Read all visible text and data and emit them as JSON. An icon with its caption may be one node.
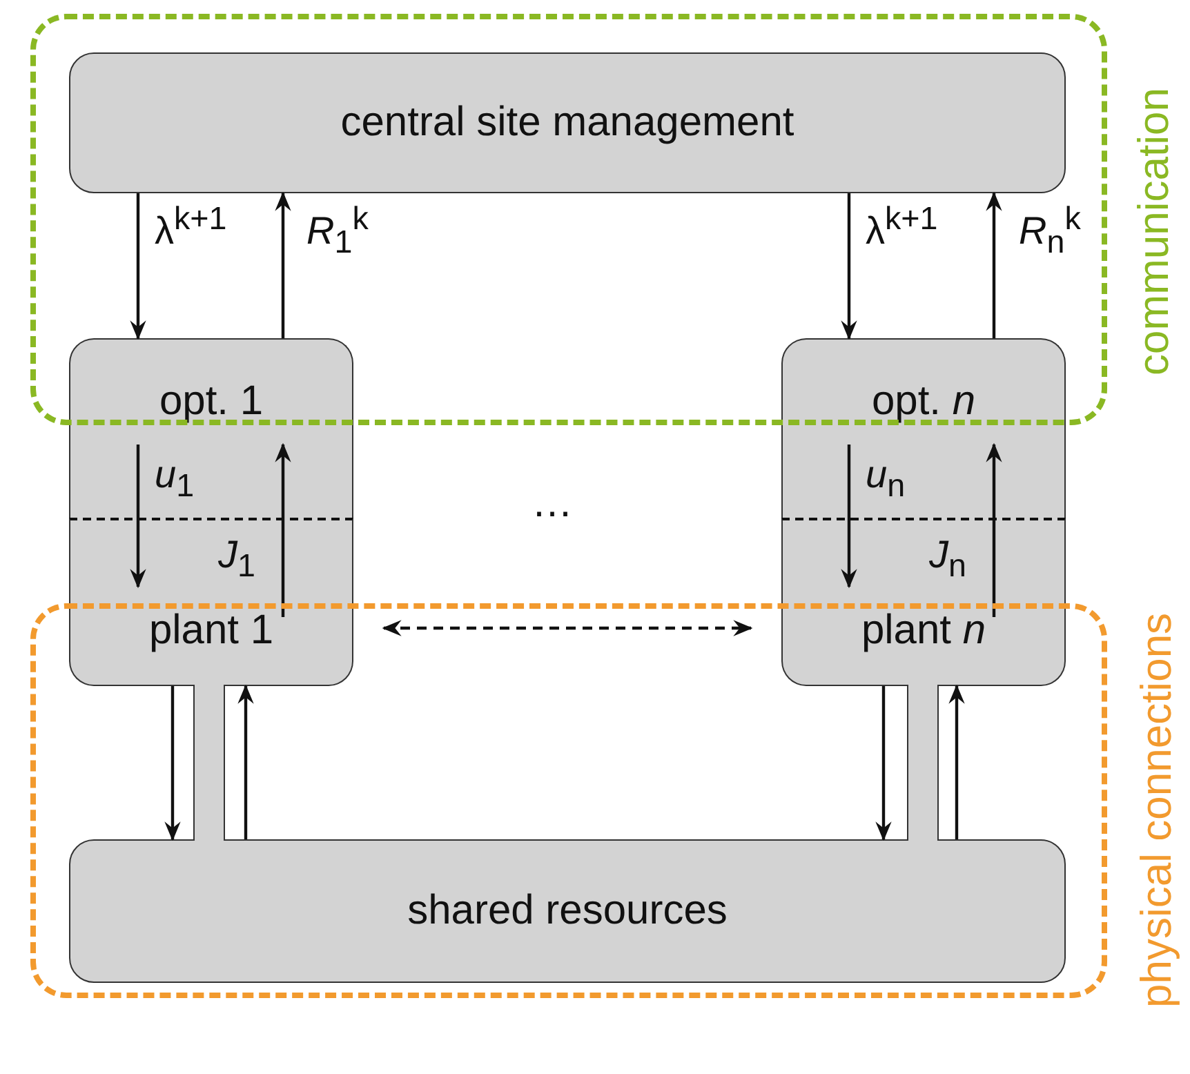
{
  "diagram": {
    "nodes": [
      {
        "text": [
          "central site management"
        ]
      },
      {
        "text": [
          "opt. 1"
        ]
      },
      {
        "text": [
          "plant 1"
        ]
      },
      {
        "text": [
          "opt. *n*"
        ]
      },
      {
        "text": [
          "plant *n*"
        ]
      },
      {
        "text": [],
        "shape": "bar"
      },
      {
        "text": [],
        "shape": "bar"
      },
      {
        "text": [
          "shared resources"
        ]
      }
    ],
    "edges": [
      {
        "from": 0,
        "to": 1,
        "arrow": "to",
        "label": "λ$^{k+1}$"
      },
      {
        "from": 1,
        "to": 0,
        "arrow": "to",
        "label": "*R*$_{1}$$^{k}$"
      },
      {
        "from": 0,
        "to": 3,
        "arrow": "to",
        "label": "λ$^{k+1}$"
      },
      {
        "from": 3,
        "to": 0,
        "arrow": "to",
        "label": "*R*$_{n}$$^{k}$"
      },
      {
        "from": 1,
        "to": 2,
        "arrow": "to",
        "label": "*u*$_{1}$"
      },
      {
        "from": 2,
        "to": 1,
        "arrow": "to",
        "label": "*J*$_{1}$"
      },
      {
        "from": 3,
        "to": 4,
        "arrow": "to",
        "label": "*u*$_{n}$"
      },
      {
        "from": 4,
        "to": 3,
        "arrow": "to",
        "label": "*J*$_{n}$"
      },
      {
        "from": 2,
        "to": 4,
        "arrow": "both",
        "style": "dashed"
      },
      {
        "from": 2,
        "to": 7,
        "arrow": "to"
      },
      {
        "from": 7,
        "to": 2,
        "arrow": "to"
      },
      {
        "from": 4,
        "to": 7,
        "arrow": "to"
      },
      {
        "from": 7,
        "to": 4,
        "arrow": "to"
      }
    ],
    "labels": [
      "communication",
      "…",
      "physical connections"
    ]
  }
}
